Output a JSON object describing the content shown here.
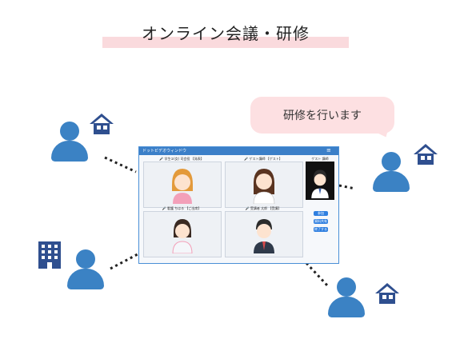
{
  "title": "オンライン会議・研修",
  "bubble": "研修を行います",
  "window": {
    "title": "ドットビデオウィンドウ",
    "menu": "≡",
    "tiles": [
      {
        "label": "🎤 学生①(女) 司会役 【発表】"
      },
      {
        "label": "🎤 ゲスト講師 【ゲスト】"
      },
      {
        "label": "🎤 看護 ちはる 【ご出席】"
      },
      {
        "label": "🎤 受講者 太郎 【受講】"
      }
    ],
    "side_label": "ゲスト 講師",
    "buttons": [
      "参加",
      "資料共有",
      "終了する"
    ]
  },
  "colors": {
    "accent": "#3b82c4",
    "bubble": "#fde0e2",
    "title_bar": "#fadadd",
    "window_header": "#3b7fc8"
  },
  "icons": [
    "person-icon",
    "house-icon",
    "office-building-icon"
  ]
}
